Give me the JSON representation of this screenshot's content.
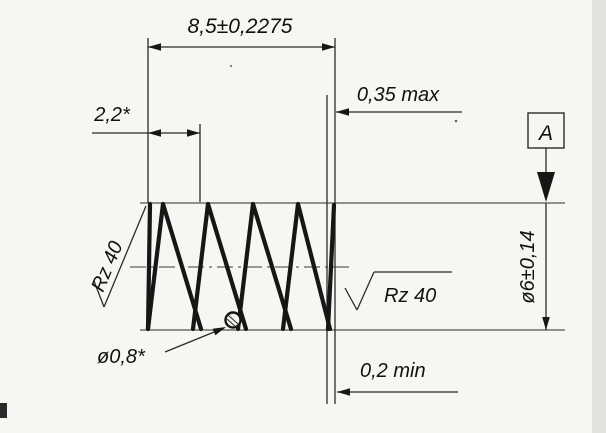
{
  "drawing": {
    "type": "engineering-drawing-compression-spring",
    "dimensions": {
      "free_length": "8,5±0,2275",
      "end_gap_top": "0,35 max",
      "coil_pitch": "2,2*",
      "outer_diameter": "ø6±0,14",
      "wire_diameter": "ø0,8*",
      "end_gap_bottom": "0,2 min"
    },
    "surface_roughness": {
      "left": "Rz 40",
      "right": "Rz 40"
    },
    "datum": {
      "label": "A"
    },
    "colors": {
      "line": "#161616",
      "paper": "#f7f6f2",
      "scan_edge": "#e3e1dc"
    }
  }
}
